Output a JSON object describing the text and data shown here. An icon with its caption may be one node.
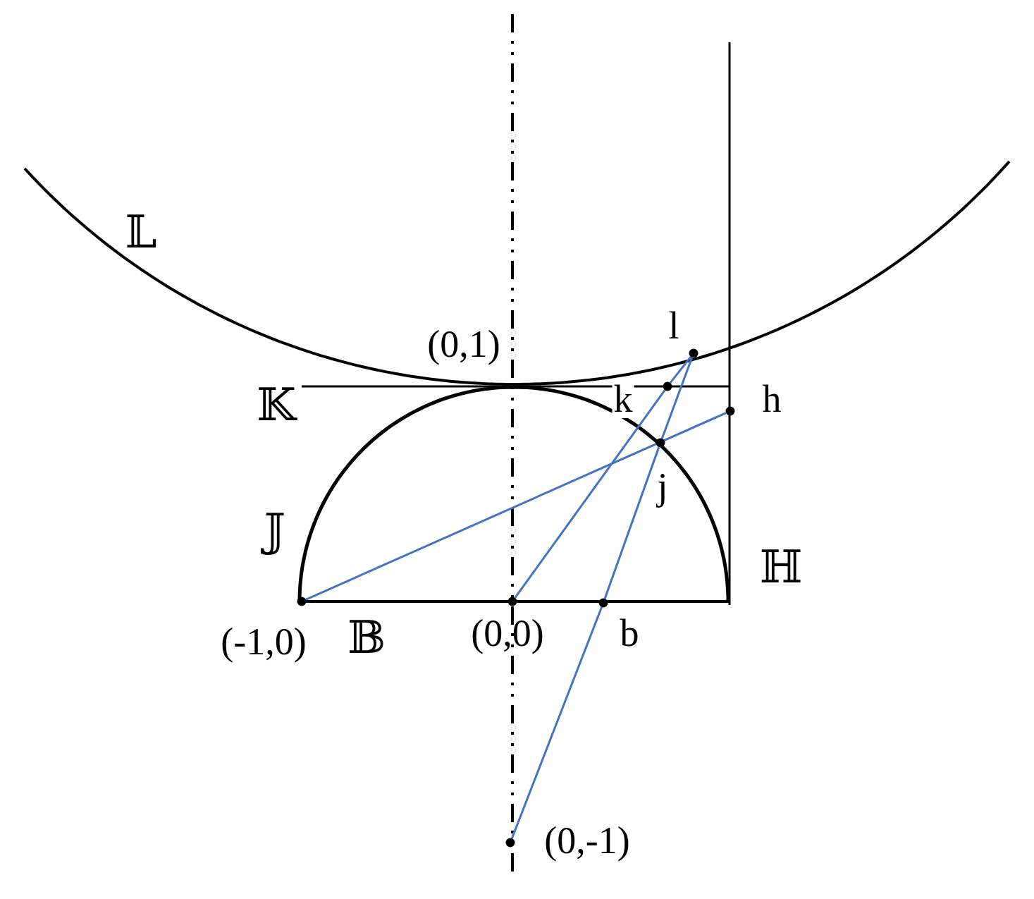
{
  "diagram": {
    "nodes": [
      {
        "text": [],
        "shape": "circle",
        "beside": [
          "l"
        ]
      },
      {
        "text": [],
        "shape": "circle",
        "beside": [
          "k"
        ]
      },
      {
        "text": [],
        "shape": "circle",
        "beside": [
          "h"
        ]
      },
      {
        "text": [],
        "shape": "circle",
        "beside": [
          "j"
        ]
      },
      {
        "text": [],
        "shape": "circle",
        "beside": [
          "(-1,0)"
        ]
      },
      {
        "text": [],
        "shape": "circle",
        "beside": [
          "(0,0)"
        ]
      },
      {
        "text": [],
        "shape": "circle",
        "beside": [
          "b"
        ]
      },
      {
        "text": [],
        "shape": "circle",
        "beside": [
          "(0,-1)"
        ]
      }
    ],
    "edges": [
      {
        "from": 4,
        "to": 2,
        "arrow": "none"
      },
      {
        "from": 5,
        "to": 1,
        "arrow": "none"
      },
      {
        "from": 1,
        "to": 0,
        "arrow": "none"
      },
      {
        "from": 7,
        "to": 6,
        "arrow": "none"
      },
      {
        "from": 6,
        "to": 3,
        "arrow": "none"
      },
      {
        "from": 3,
        "to": 0,
        "arrow": "none"
      }
    ],
    "labels": [
      "𝕃",
      "(0,1)",
      "𝕂",
      "𝕁",
      "ℍ",
      "𝔹"
    ]
  }
}
